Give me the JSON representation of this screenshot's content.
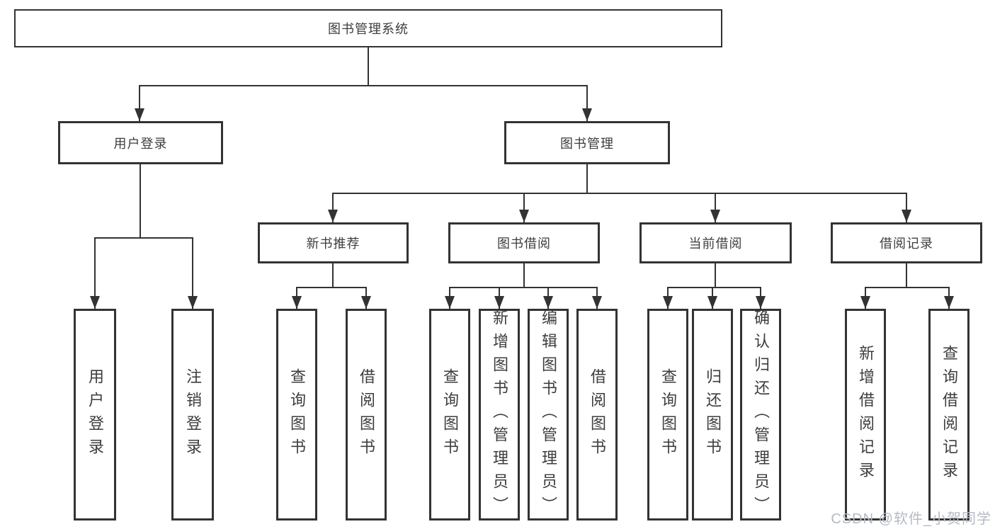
{
  "diagram": {
    "root": {
      "label": "图书管理系统"
    },
    "level2": [
      {
        "label": "用户登录"
      },
      {
        "label": "图书管理"
      }
    ],
    "level3": [
      {
        "label": "新书推荐"
      },
      {
        "label": "图书借阅"
      },
      {
        "label": "当前借阅"
      },
      {
        "label": "借阅记录"
      }
    ],
    "leaves": {
      "user_login": [
        {
          "label": "用户登录"
        },
        {
          "label": "注销登录"
        }
      ],
      "new_book_recommend": [
        {
          "label": "查询图书"
        },
        {
          "label": "借阅图书"
        }
      ],
      "book_borrowing": [
        {
          "label": "查询图书"
        },
        {
          "label": "新增图书（管理员）"
        },
        {
          "label": "编辑图书（管理员）"
        },
        {
          "label": "借阅图书"
        }
      ],
      "current_borrowing": [
        {
          "label": "查询图书"
        },
        {
          "label": "归还图书"
        },
        {
          "label": "确认归还（管理员）"
        }
      ],
      "borrowing_records": [
        {
          "label": "新增借阅记录"
        },
        {
          "label": "查询借阅记录"
        }
      ]
    }
  },
  "watermark": {
    "text": "CSDN @软件_小贺同学"
  },
  "colors": {
    "line": "#333333",
    "text": "#3d3d3d",
    "watermark": "#b6bac3",
    "background": "#ffffff"
  }
}
